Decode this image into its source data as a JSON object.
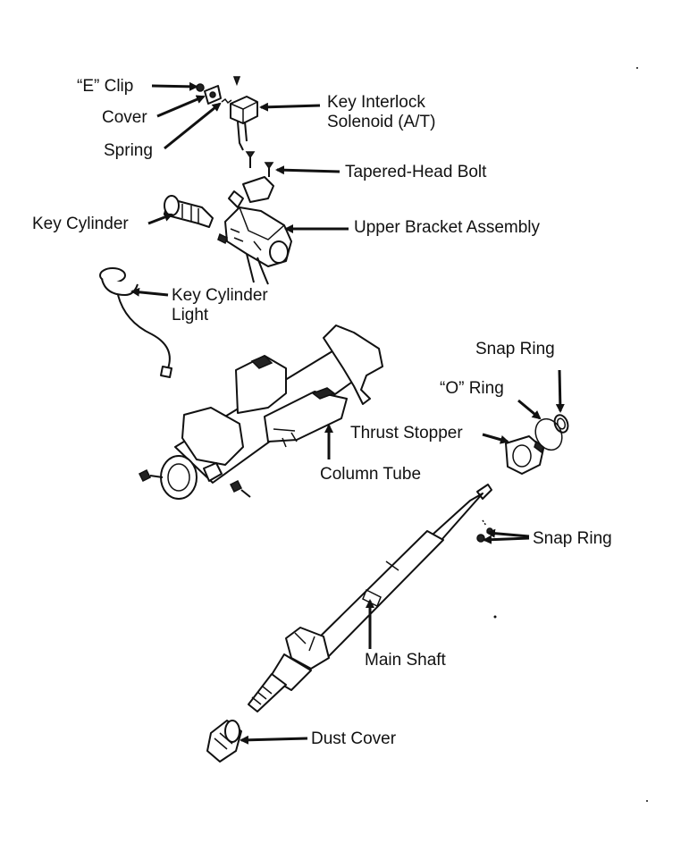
{
  "labels": {
    "e_clip": "“E” Clip",
    "cover": "Cover",
    "spring": "Spring",
    "key_interlock_1": "Key Interlock",
    "key_interlock_2": "Solenoid (A/T)",
    "tapered_head_bolt": "Tapered-Head Bolt",
    "key_cylinder": "Key Cylinder",
    "upper_bracket": "Upper Bracket Assembly",
    "key_cylinder_light_1": "Key Cylinder",
    "key_cylinder_light_2": "Light",
    "snap_ring_top": "Snap Ring",
    "o_ring": "“O” Ring",
    "thrust_stopper": "Thrust Stopper",
    "column_tube": "Column Tube",
    "snap_ring_lower": "Snap Ring",
    "main_shaft": "Main Shaft",
    "dust_cover": "Dust Cover"
  },
  "colors": {
    "ink": "#111111",
    "background": "#ffffff"
  }
}
